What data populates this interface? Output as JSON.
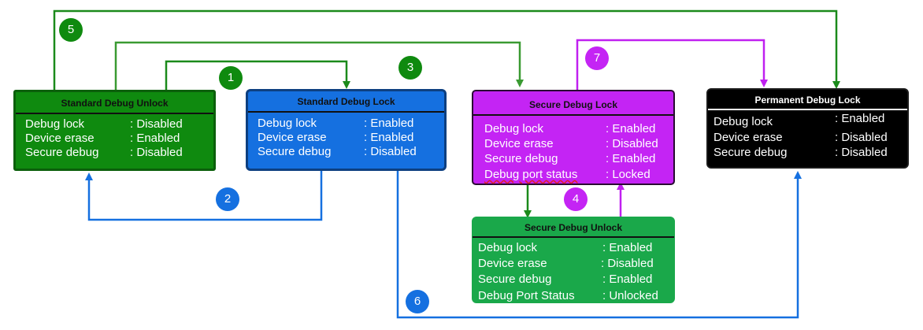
{
  "colors": {
    "green": "#1b8a1b",
    "green_box": "#0f8a0f",
    "blue": "#1570e0",
    "purple": "#c020f0",
    "purple_box": "#c424f4",
    "black": "#000000",
    "light_green": "#1aa84a"
  },
  "boxes": {
    "std_unlock": {
      "title": "Standard Debug Unlock",
      "rows": [
        {
          "key": "Debug lock",
          "value": ": Disabled"
        },
        {
          "key": "Device erase",
          "value": ": Enabled"
        },
        {
          "key": "Secure debug",
          "value": ": Disabled"
        }
      ]
    },
    "std_lock": {
      "title": "Standard Debug Lock",
      "rows": [
        {
          "key": "Debug lock",
          "value": ": Enabled"
        },
        {
          "key": "Device erase",
          "value": ": Enabled"
        },
        {
          "key": "Secure debug",
          "value": ": Disabled"
        }
      ]
    },
    "sec_lock": {
      "title": "Secure Debug Lock",
      "rows": [
        {
          "key": "Debug lock",
          "value": ": Enabled"
        },
        {
          "key": "Device erase",
          "value": ": Disabled"
        },
        {
          "key": "Secure debug",
          "value": ": Enabled"
        },
        {
          "key": "Debug port status",
          "value": ": Locked"
        }
      ]
    },
    "perm_lock": {
      "title": "Permanent Debug Lock",
      "rows": [
        {
          "key": "Debug lock",
          "value": ": Enabled"
        },
        {
          "key": "Device erase",
          "value": ": Disabled"
        },
        {
          "key": "Secure debug",
          "value": ": Disabled"
        }
      ]
    },
    "sec_unlock": {
      "title": "Secure Debug Unlock",
      "rows": [
        {
          "key": "Debug lock",
          "value": ": Enabled"
        },
        {
          "key": "Device erase",
          "value": ": Disabled"
        },
        {
          "key": "Secure debug",
          "value": ": Enabled"
        },
        {
          "key": "Debug Port Status",
          "value": ": Unlocked"
        }
      ]
    }
  },
  "badges": [
    "1",
    "2",
    "3",
    "4",
    "5",
    "6",
    "7"
  ]
}
